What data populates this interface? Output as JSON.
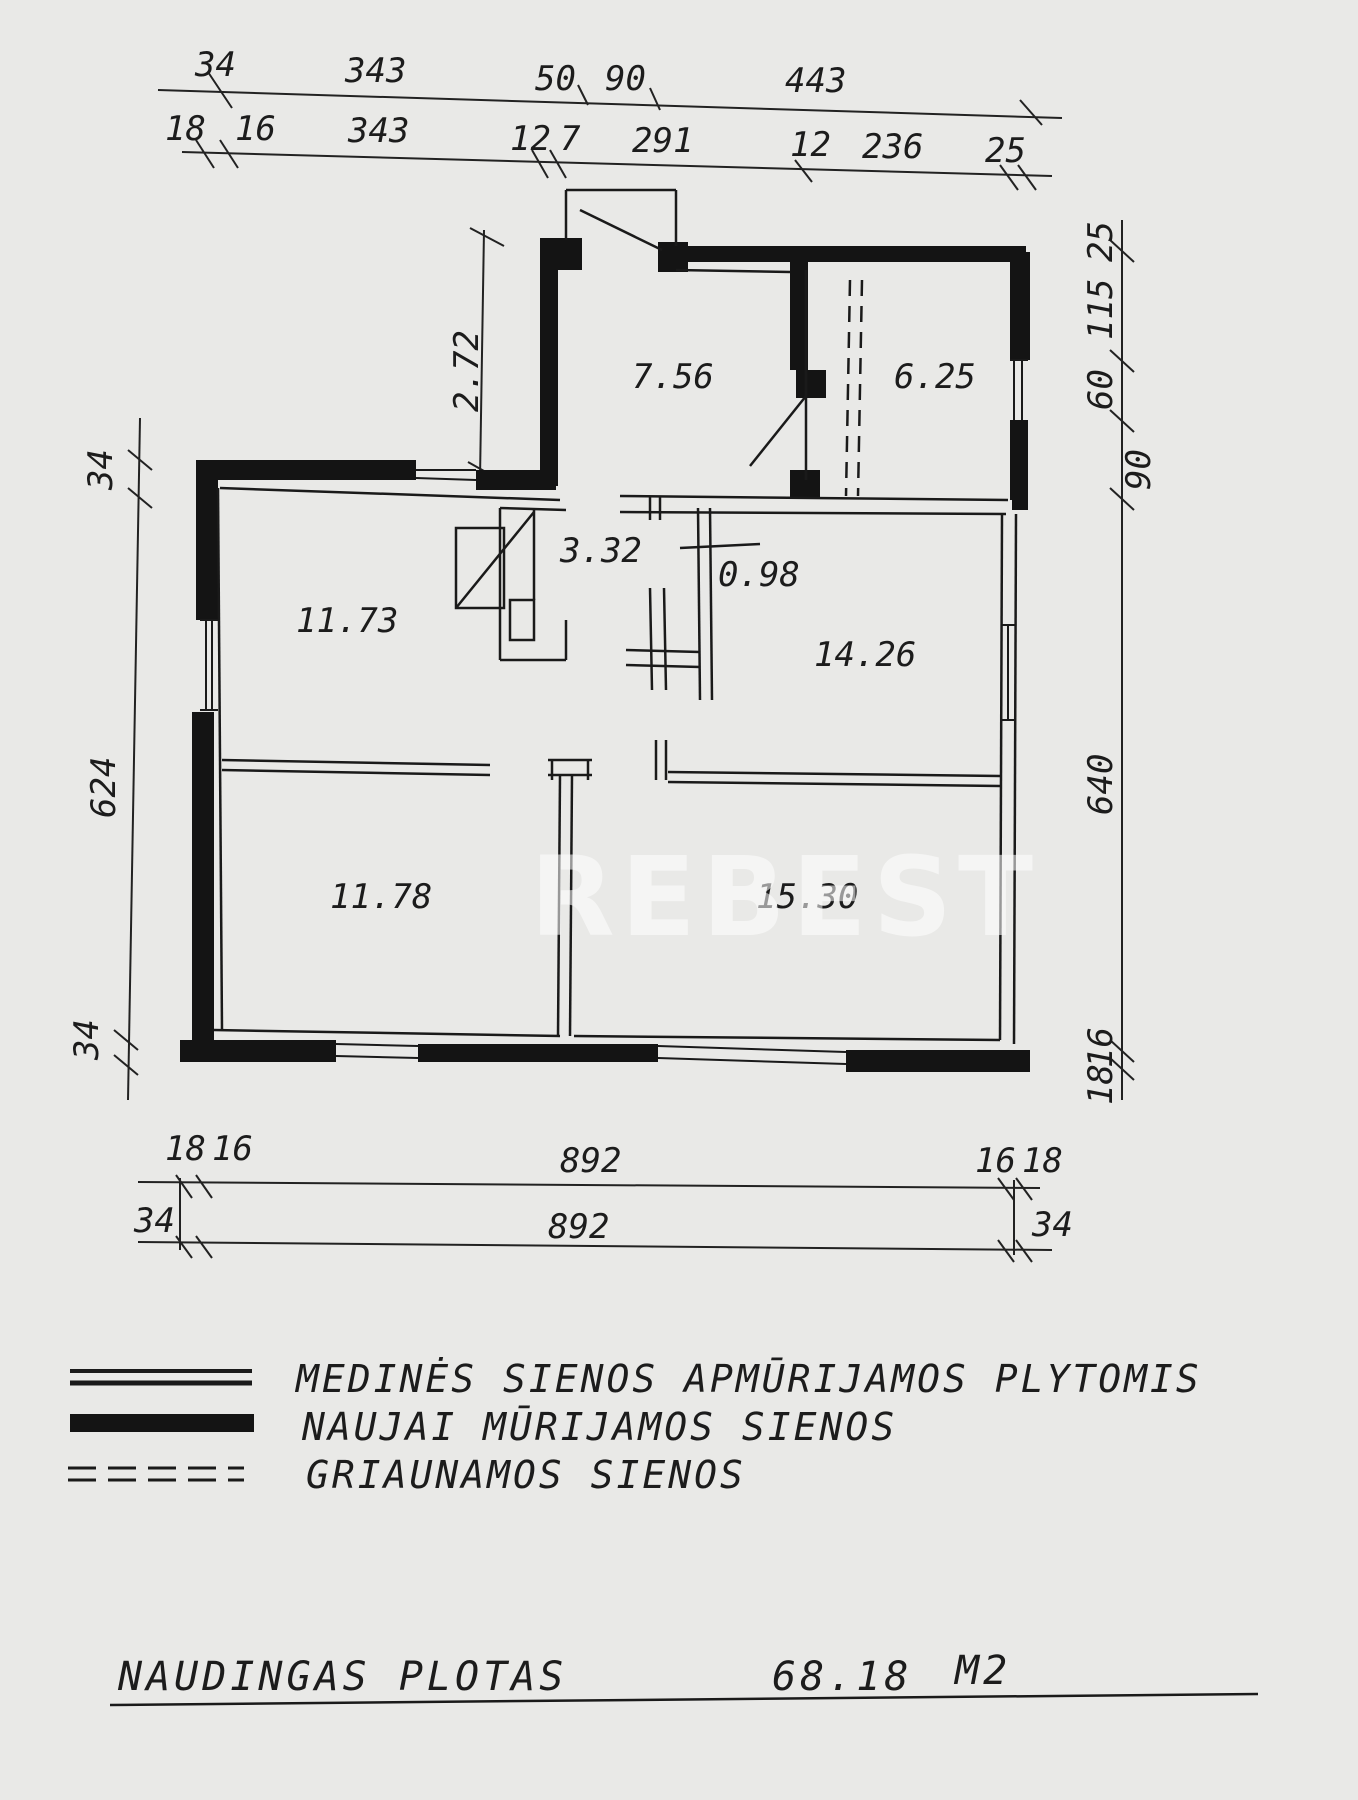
{
  "top_dimensions": {
    "row1": [
      "34",
      "343",
      "50",
      "90",
      "443"
    ],
    "row2": [
      "18",
      "16",
      "343",
      "12",
      "7",
      "291",
      "12",
      "236",
      "25"
    ]
  },
  "right_dimensions": [
    "115",
    "25",
    "60",
    "90",
    "640",
    "18",
    "16"
  ],
  "left_dimensions": [
    "34",
    "624",
    "34"
  ],
  "bottom_dimensions": {
    "row1": [
      "18",
      "16",
      "892",
      "16",
      "18"
    ],
    "row2": [
      "34",
      "892",
      "34"
    ]
  },
  "side_dimension": "2.72",
  "rooms": [
    "7.56",
    "6.25",
    "3.32",
    "0.98",
    "11.73",
    "14.26",
    "11.78",
    "15.30"
  ],
  "legend": [
    {
      "label": "MEDINĖS SIENOS APMŪRIJAMOS PLYTOMIS",
      "style": "double"
    },
    {
      "label": "NAUJAI MŪRIJAMOS SIENOS",
      "style": "solid"
    },
    {
      "label": "GRIAUNAMOS SIENOS",
      "style": "dashed"
    }
  ],
  "total_area_label": "NAUDINGAS PLOTAS",
  "total_area_value": "68.18",
  "total_area_unit": "M2",
  "watermark": "REBEST"
}
